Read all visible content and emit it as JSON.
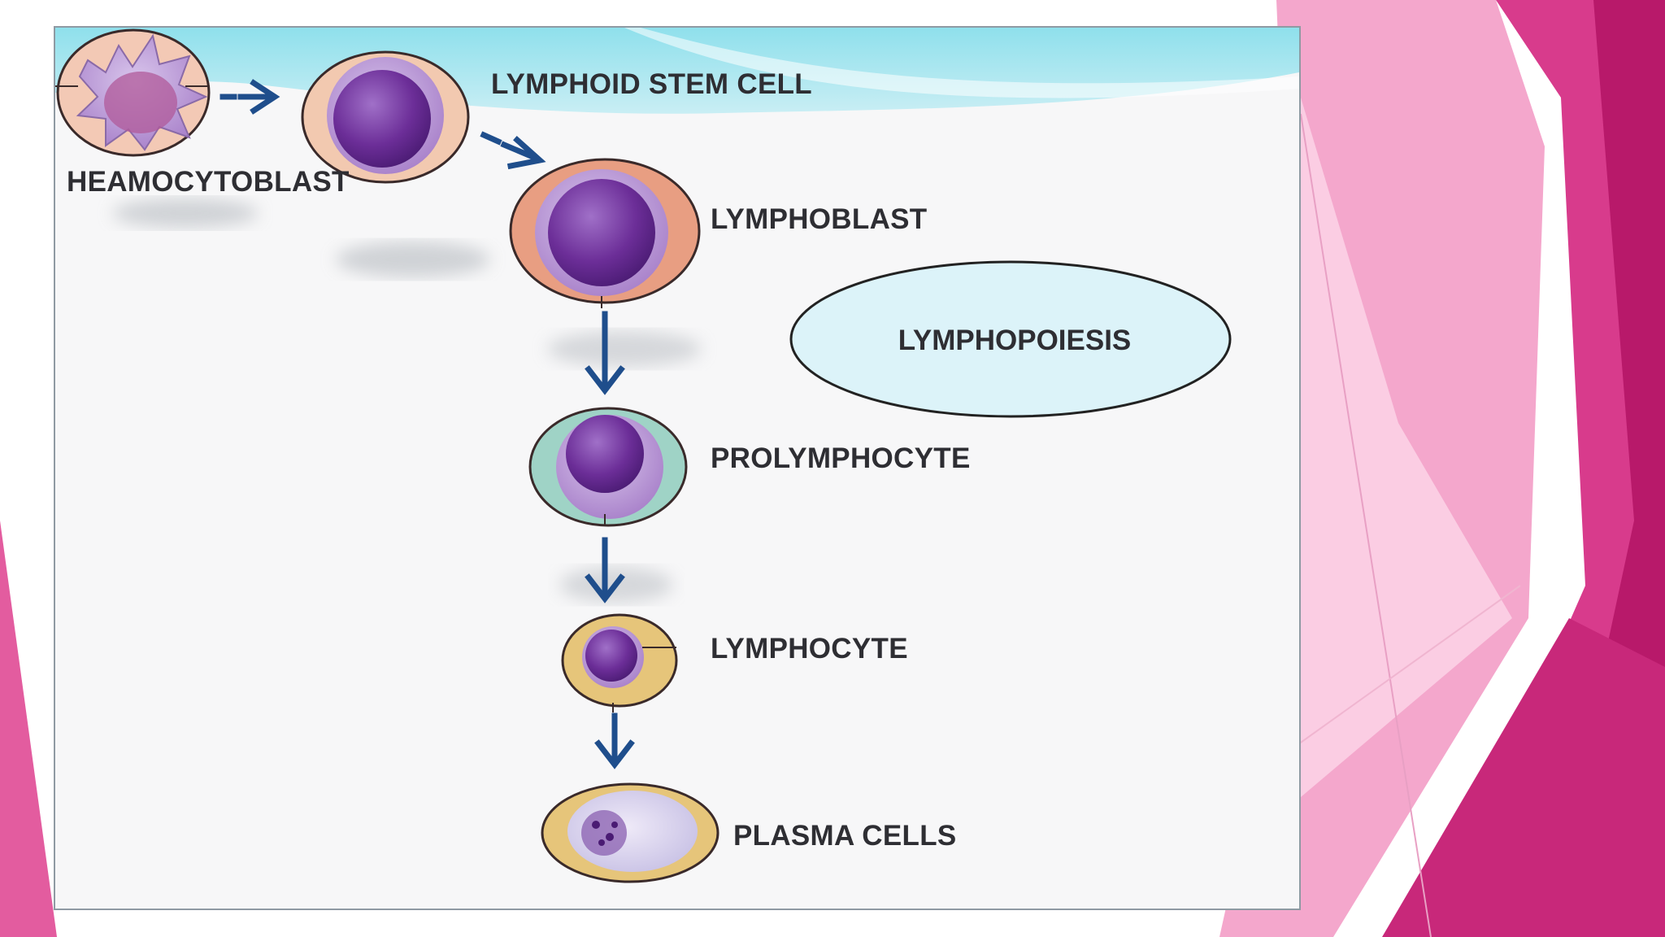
{
  "diagram": {
    "stages": [
      {
        "id": "heamocytoblast",
        "label": "HEAMOCYTOBLAST"
      },
      {
        "id": "lymphoid-stem-cell",
        "label": "LYMPHOID STEM CELL"
      },
      {
        "id": "lymphoblast",
        "label": "LYMPHOBLAST"
      },
      {
        "id": "prolymphocyte",
        "label": "PROLYMPHOCYTE"
      },
      {
        "id": "lymphocyte",
        "label": "LYMPHOCYTE"
      },
      {
        "id": "plasma-cells",
        "label": "PLASMA CELLS"
      }
    ],
    "callout": "LYMPHOPOIESIS"
  },
  "colors": {
    "magenta_dark": "#c2216f",
    "magenta_mid": "#e0509a",
    "pink_light": "#f6b8d6",
    "cell_purple": "#7b3aa6",
    "arrow_blue": "#1f4e8c",
    "callout_fill": "#dcf3f9",
    "sky_teal": "#8fdbe8"
  }
}
